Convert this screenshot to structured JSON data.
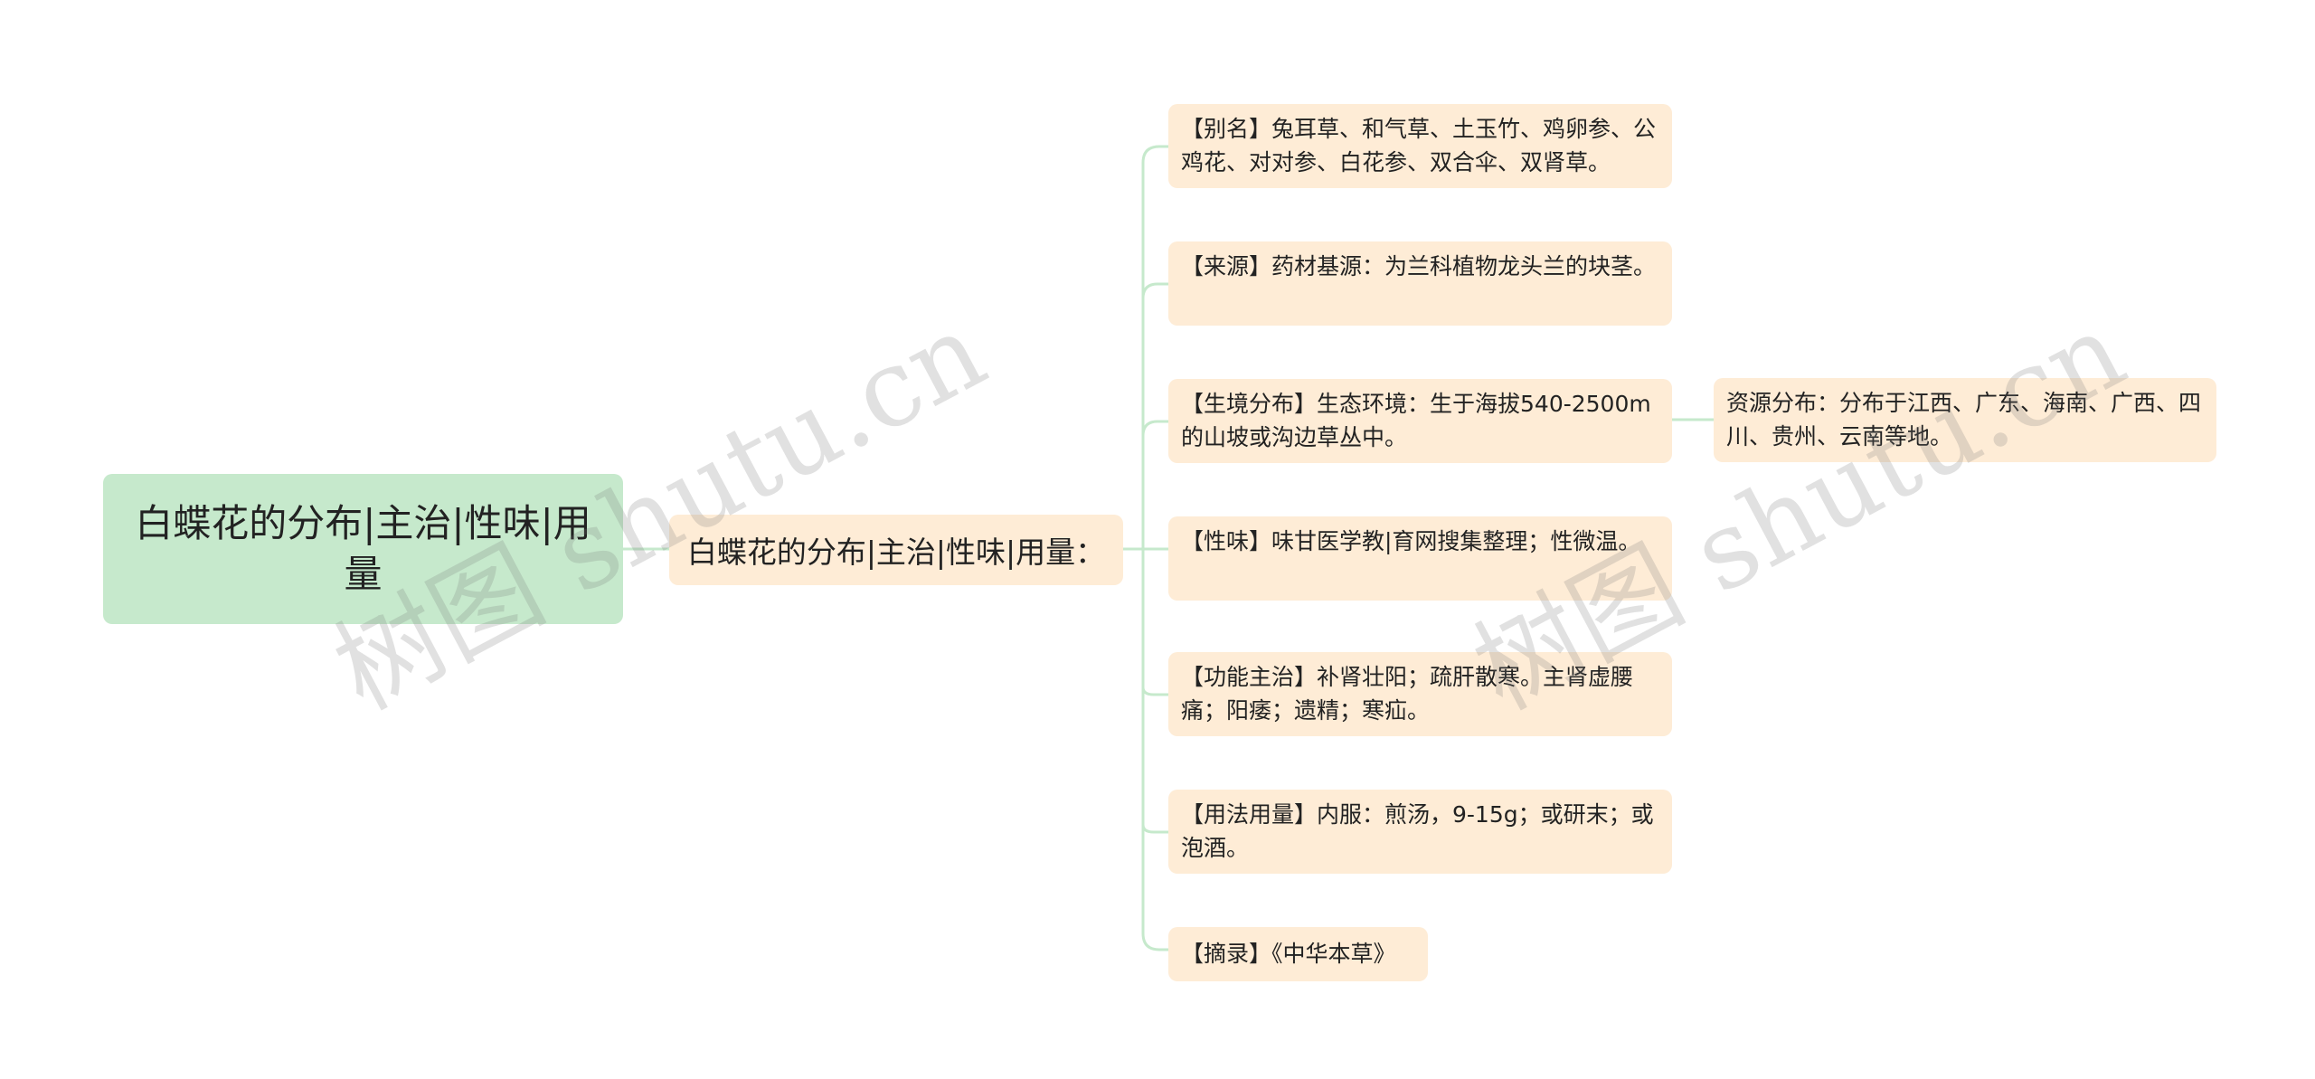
{
  "root": {
    "label": "白蝶花的分布|主治|性味|用量"
  },
  "mid": {
    "label": "白蝶花的分布|主治|性味|用量："
  },
  "leaves": [
    {
      "text": "【别名】兔耳草、和气草、土玉竹、鸡卵参、公鸡花、对对参、白花参、双合伞、双肾草。"
    },
    {
      "text": "【来源】药材基源：为兰科植物龙头兰的块茎。"
    },
    {
      "text": "【生境分布】生态环境：生于海拔540-2500m的山坡或沟边草丛中。"
    },
    {
      "text": "【性味】味甘医学教|育网搜集整理；性微温。"
    },
    {
      "text": "【功能主治】补肾壮阳；疏肝散寒。主肾虚腰痛；阳痿；遗精；寒疝。"
    },
    {
      "text": "【用法用量】内服：煎汤，9-15g；或研末；或泡酒。"
    },
    {
      "text": "【摘录】《中华本草》"
    }
  ],
  "right": {
    "text": "资源分布：分布于江西、广东、海南、广西、四川、贵州、云南等地。"
  },
  "watermarks": [
    "树图 shutu.cn",
    "树图 shutu.cn"
  ],
  "colors": {
    "line": "#c6e9cc",
    "root_bg": "#c6e9cc",
    "node_bg": "#feecd6"
  }
}
